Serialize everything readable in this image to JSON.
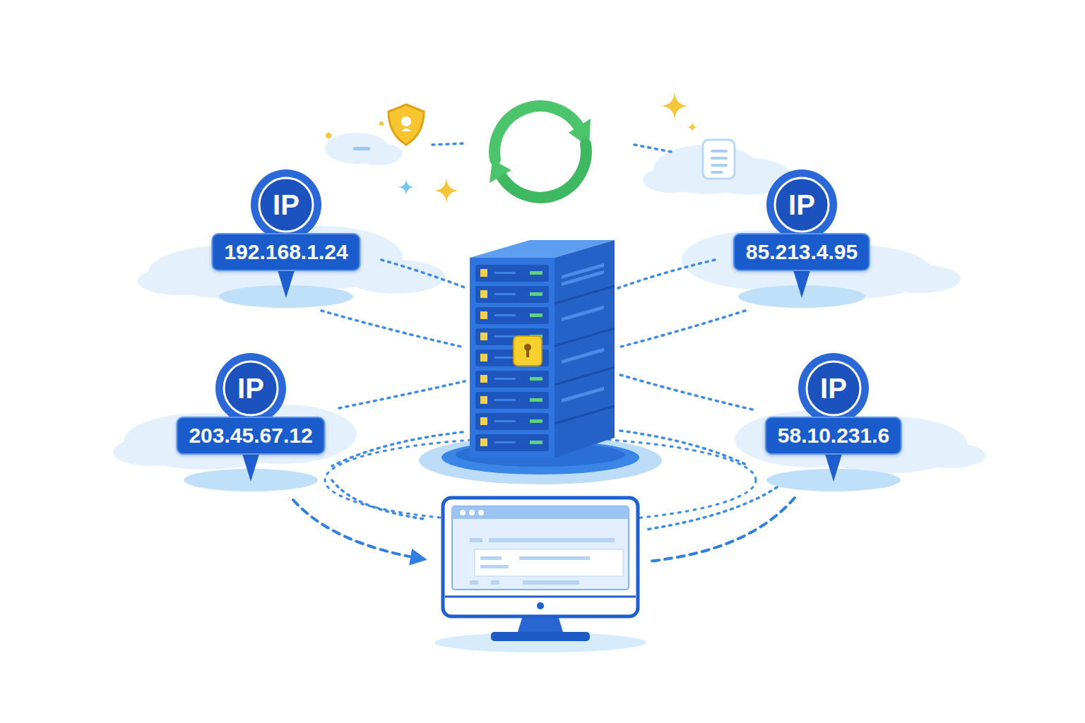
{
  "diagram": {
    "nodes": [
      {
        "text": [
          "IP",
          "192.168.1.24"
        ]
      },
      {
        "text": [
          "IP",
          "85.213.4.95"
        ]
      },
      {
        "text": [
          "IP",
          "203.45.67.12"
        ]
      },
      {
        "text": [
          "IP",
          "58.10.231.6"
        ]
      }
    ]
  }
}
